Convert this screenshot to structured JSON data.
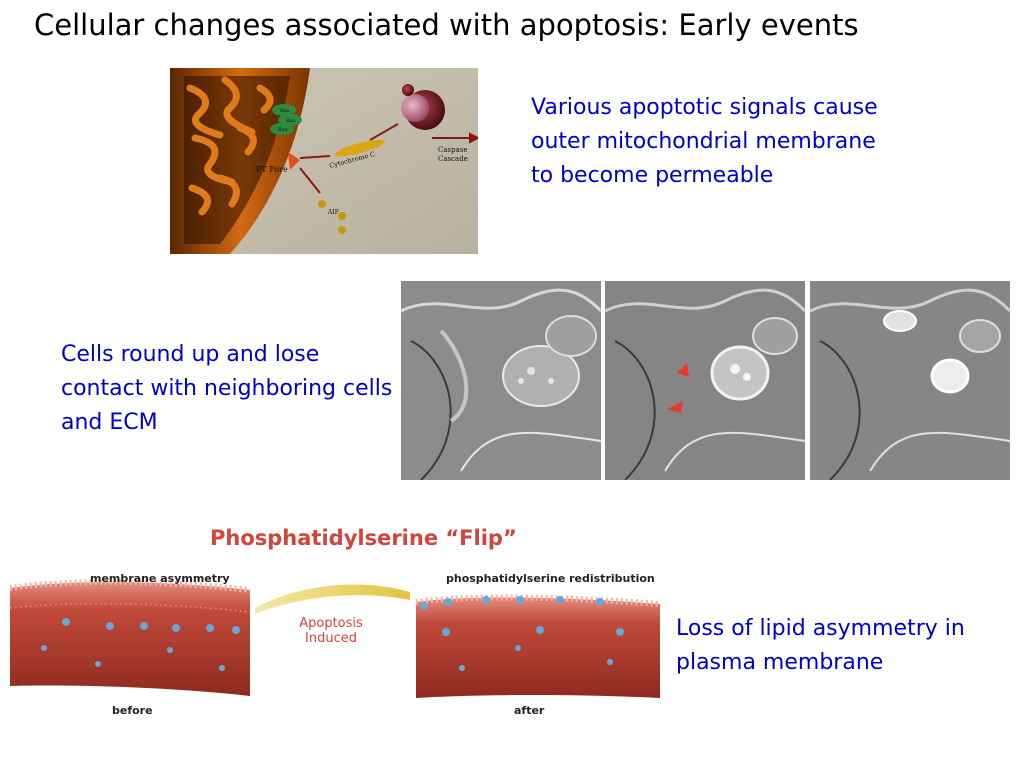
{
  "title": "Cellular changes associated with apoptosis: Early events",
  "mitochondria_figure": {
    "labels": {
      "pt_pore": "PT Pore",
      "cytochrome": "Cytochrome C",
      "aif": "AIF",
      "caspase": "Caspase",
      "cascade": "Cascade",
      "bax1": "Bax",
      "bax2": "Bax",
      "bax3": "Bax"
    }
  },
  "text_mito": "Various apoptotic signals cause outer mitochondrial membrane to become permeable",
  "text_cells": "Cells round up and lose contact with neighboring cells and ECM",
  "ps_figure": {
    "title": "Phosphatidylserine “Flip”",
    "left_label": "membrane asymmetry",
    "right_label": "phosphatidylserine redistribution",
    "arrow_label_1": "Apoptosis",
    "arrow_label_2": "Induced",
    "before": "before",
    "after": "after"
  },
  "text_lipid": "Loss of lipid asymmetry in plasma membrane",
  "colors": {
    "title": "#000000",
    "body_text": "#0000cc",
    "ps_title": "#d1453b",
    "membrane_red": "#b53a2c",
    "ps_dot": "#6aa6d8"
  }
}
